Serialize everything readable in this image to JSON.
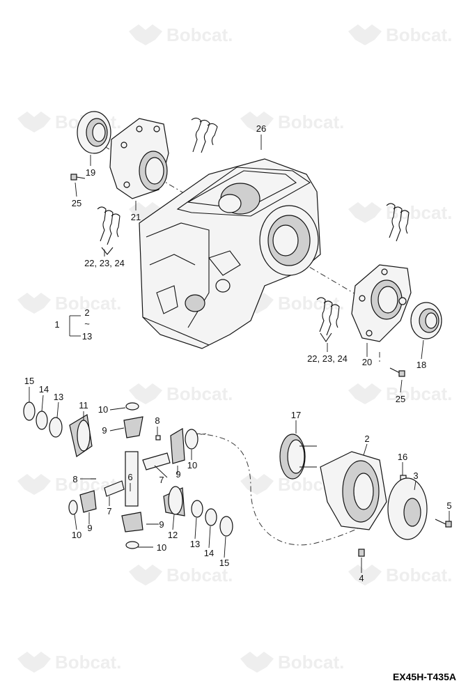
{
  "watermark": {
    "text": "Bobcat.",
    "color": "#eeeeee"
  },
  "drawing_code": "EX45H-T435A",
  "callouts": {
    "c1": "1",
    "c2": "2",
    "c13": "13",
    "tilde": "~",
    "c26": "26",
    "c19": "19",
    "c25a": "25",
    "c21": "21",
    "c222324a": "22, 23, 24",
    "c222324b": "22, 23, 24",
    "c20": "20",
    "c18": "18",
    "c25b": "25",
    "c15a": "15",
    "c14a": "14",
    "c13a": "13",
    "c11": "11",
    "c10a": "10",
    "c9a": "9",
    "c8a": "8",
    "c10b": "10",
    "c9b": "9",
    "c6": "6",
    "c7a": "7",
    "c8b": "8",
    "c7b": "7",
    "c10c": "10",
    "c9c": "9",
    "c9d": "9",
    "c10d": "10",
    "c12": "12",
    "c13b": "13",
    "c14b": "14",
    "c15b": "15",
    "c17": "17",
    "c2b": "2",
    "c16": "16",
    "c3": "3",
    "c5": "5",
    "c4": "4"
  },
  "icons": [
    "bobcat-logo-icon"
  ]
}
